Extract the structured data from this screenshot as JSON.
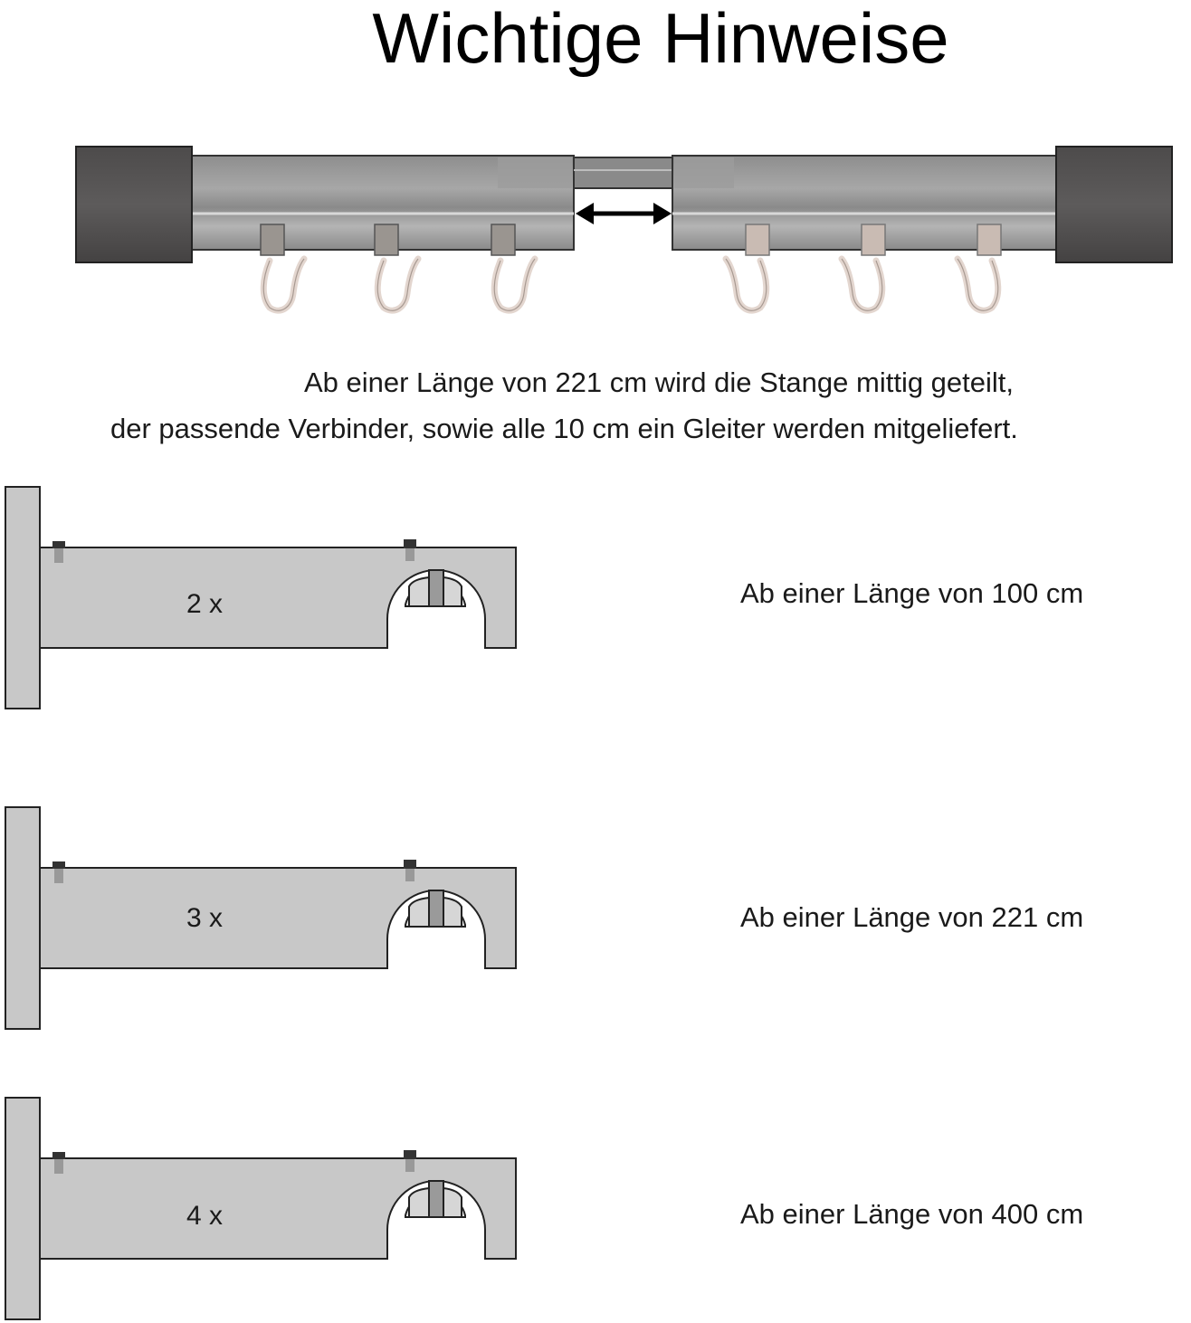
{
  "title": "Wichtige Hinweise",
  "rod_note": {
    "line1": "Ab einer Länge von 221 cm wird die Stange mittig geteilt,",
    "line2": "der passende Verbinder, sowie alle 10 cm ein Gleiter werden mitgeliefert."
  },
  "brackets": [
    {
      "count_label": "2 x",
      "requirement": "Ab einer Länge von 100 cm"
    },
    {
      "count_label": "3 x",
      "requirement": "Ab einer Länge von 221 cm"
    },
    {
      "count_label": "4 x",
      "requirement": "Ab einer Länge von 400 cm"
    }
  ],
  "colors": {
    "end_cap": "#555353",
    "rod": "#9a9a9a",
    "bracket": "#c8c8c8",
    "glider": "#e3d6cf"
  }
}
